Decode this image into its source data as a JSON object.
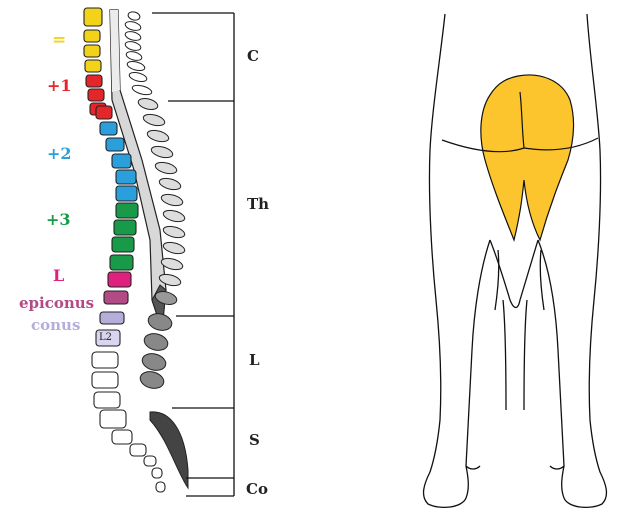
{
  "colors": {
    "yellow": "#f3d21a",
    "red": "#e4262a",
    "blue": "#2a9fdb",
    "green": "#199a48",
    "magenta": "#e0207f",
    "epiconus": "#b24a86",
    "conus": "#b7addb",
    "buttock": "#fcc52e",
    "outline": "#111111"
  },
  "level_labels": [
    {
      "text": "=",
      "color_key": "yellow"
    },
    {
      "text": "+1",
      "color_key": "red"
    },
    {
      "text": "+2",
      "color_key": "blue"
    },
    {
      "text": "+3",
      "color_key": "green"
    },
    {
      "text": "L",
      "color_key": "magenta"
    },
    {
      "text": "epiconus",
      "color_key": "epiconus"
    },
    {
      "text": "conus",
      "color_key": "conus"
    }
  ],
  "vertebra_label": "L2",
  "segments": [
    {
      "text": "C"
    },
    {
      "text": "Th"
    },
    {
      "text": "L"
    },
    {
      "text": "S"
    },
    {
      "text": "Co"
    }
  ]
}
